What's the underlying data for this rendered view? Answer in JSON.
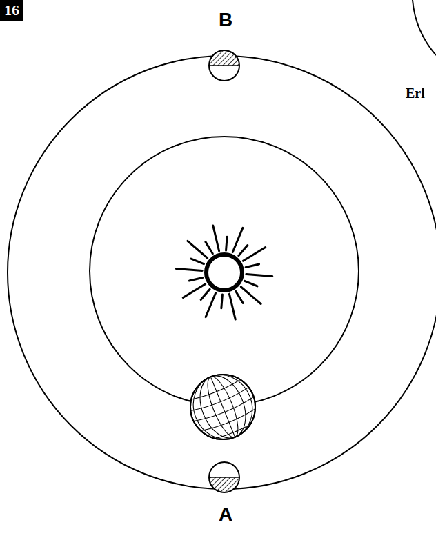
{
  "diagram": {
    "nodes": [
      {
        "text": [
          "16"
        ]
      }
    ],
    "labels": [
      "B",
      "A",
      "Erl"
    ]
  }
}
